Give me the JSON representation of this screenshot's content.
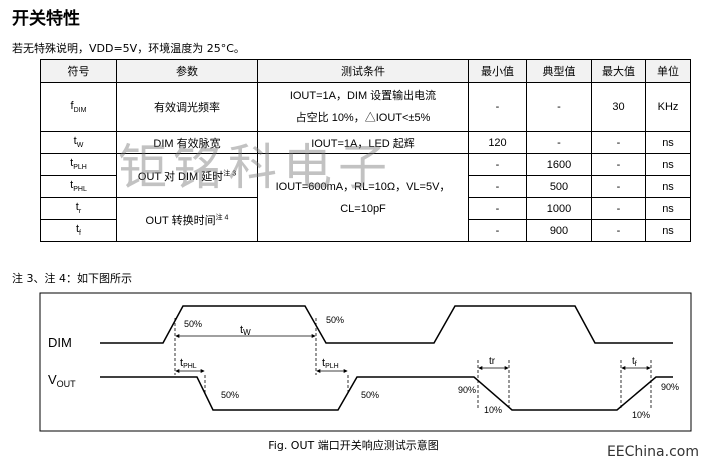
{
  "heading": "开关特性",
  "conditions_note": "若无特殊说明，VDD=5V，环境温度为 25°C。",
  "table": {
    "headers": [
      "符号",
      "参数",
      "测试条件",
      "最小值",
      "典型值",
      "最大值",
      "单位"
    ],
    "r1": {
      "sym_main": "f",
      "sym_sub": "DIM",
      "param": "有效调光频率",
      "cond_l1": "IOUT=1A，DIM 设置输出电流",
      "cond_l2": "占空比 10%，△IOUT<±5%",
      "min": "-",
      "typ": "-",
      "max": "30",
      "unit": "KHz"
    },
    "r2": {
      "sym_main": "t",
      "sym_sub": "W",
      "param": "DIM 有效脉宽",
      "cond": "IOUT=1A，LED 起辉",
      "min": "120",
      "typ": "-",
      "max": "-",
      "unit": "ns"
    },
    "r3": {
      "sym_main": "t",
      "sym_sub": "PLH",
      "min": "-",
      "typ": "1600",
      "max": "-",
      "unit": "ns"
    },
    "r4": {
      "sym_main": "t",
      "sym_sub": "PHL",
      "min": "-",
      "typ": "500",
      "max": "-",
      "unit": "ns"
    },
    "r5": {
      "sym_main": "t",
      "sym_sub": "r",
      "min": "-",
      "typ": "1000",
      "max": "-",
      "unit": "ns"
    },
    "r6": {
      "sym_main": "t",
      "sym_sub": "f",
      "min": "-",
      "typ": "900",
      "max": "-",
      "unit": "ns"
    },
    "param_delay": "OUT 对 DIM 延时",
    "param_delay_note": "注 3",
    "param_switch": "OUT 转换时间",
    "param_switch_note": "注 4",
    "cond_group_l1": "IOUT=600mA，RL=10Ω，VL=5V，",
    "cond_group_l2": "CL=10pF"
  },
  "watermark": "钜铭科电子",
  "figure_note": "注 3、注 4：如下图所示",
  "timing": {
    "dim_label": "DIM",
    "vout_label_main": "V",
    "vout_label_sub": "OUT",
    "tw_main": "t",
    "tw_sub": "W",
    "tphl_main": "t",
    "tphl_sub": "PHL",
    "tplh_main": "t",
    "tplh_sub": "PLH",
    "tr_label": "tr",
    "tf_main": "t",
    "tf_sub": "f",
    "p50a": "50%",
    "p50b": "50%",
    "p50c": "50%",
    "p50d": "50%",
    "p90a": "90%",
    "p10a": "10%",
    "p10b": "10%",
    "p90b": "90%"
  },
  "caption": "Fig. OUT 端口开关响应测试示意图",
  "site_mark": "EEChina.com"
}
